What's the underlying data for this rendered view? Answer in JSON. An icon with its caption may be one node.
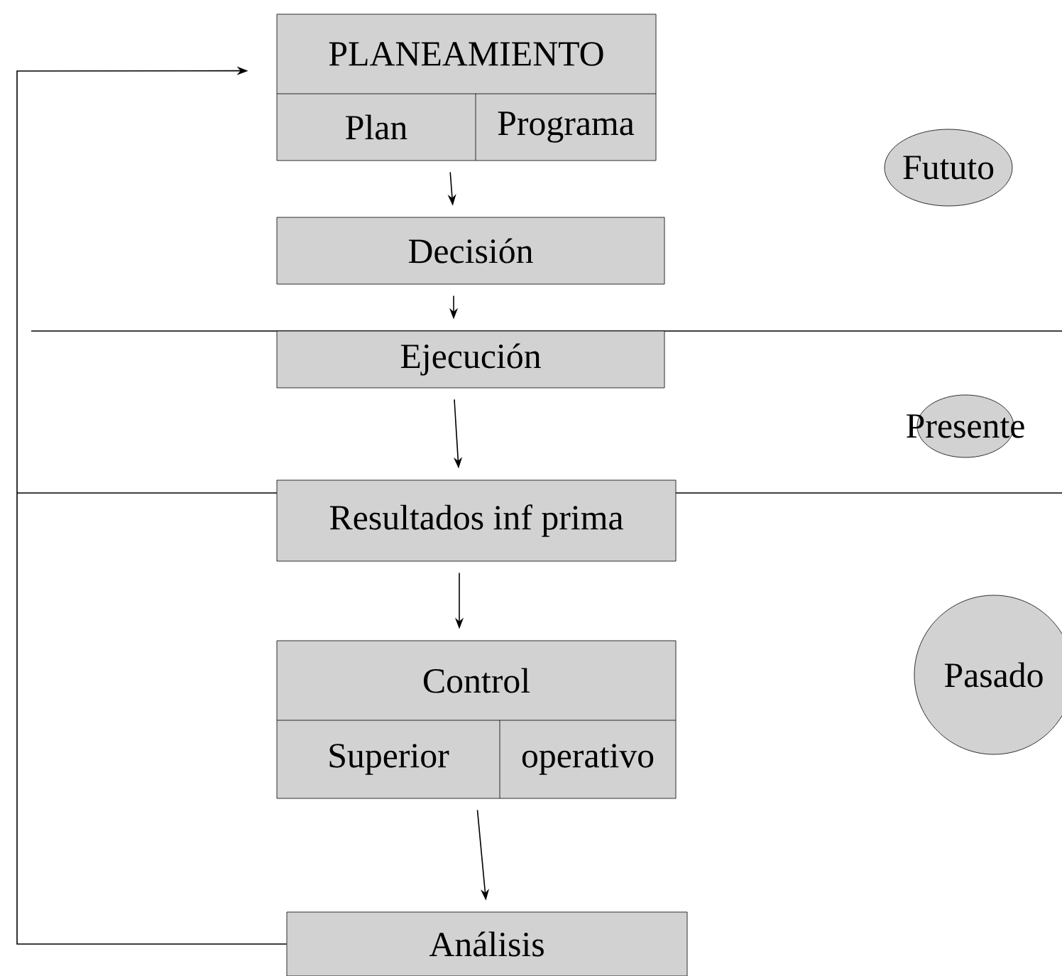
{
  "diagram": {
    "nodes": [
      {
        "text": [
          "PLANEAMIENTO",
          "Plan",
          "Programa"
        ]
      },
      {
        "text": [
          "Fututo"
        ]
      },
      {
        "text": [
          "Decisión"
        ]
      },
      {
        "text": [
          "Ejecución"
        ]
      },
      {
        "text": [
          "Presente"
        ]
      },
      {
        "text": [
          "Resultados inf prima"
        ]
      },
      {
        "text": [
          "Control",
          "Superior",
          "operativo"
        ]
      },
      {
        "text": [
          "Pasado"
        ]
      },
      {
        "text": [
          "Análisis"
        ]
      }
    ],
    "edges": [
      {
        "from": 0,
        "to": 2,
        "arrow": "to"
      },
      {
        "from": 2,
        "to": 3,
        "arrow": "to"
      },
      {
        "from": 3,
        "to": 5,
        "arrow": "to"
      },
      {
        "from": 5,
        "to": 6,
        "arrow": "to"
      },
      {
        "from": 6,
        "to": 8,
        "arrow": "to"
      },
      {
        "from": 8,
        "to": 0,
        "arrow": "to"
      }
    ]
  }
}
